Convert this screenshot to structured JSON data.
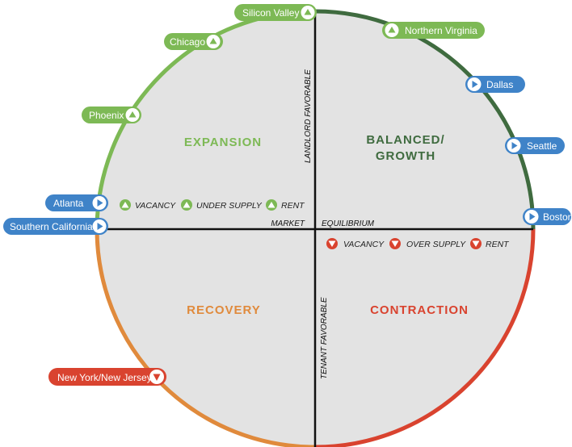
{
  "colors": {
    "quadrant_fill": "#e3e3e3",
    "expansion": "#7db955",
    "balanced": "#3f6b3f",
    "contraction": "#d9432f",
    "recovery": "#e08a3c",
    "blue_pill": "#3f83c8",
    "green_pill": "#7db955",
    "red_pill": "#d9432f"
  },
  "quadrants": {
    "expansion": "EXPANSION",
    "balanced_line1": "BALANCED/",
    "balanced_line2": "GROWTH",
    "recovery": "RECOVERY",
    "contraction": "CONTRACTION"
  },
  "axes": {
    "landlord": "LANDLORD FAVORABLE",
    "tenant": "TENANT FAVORABLE",
    "market": "MARKET",
    "equilibrium": "EQUILIBRIUM"
  },
  "legend_up": [
    "VACANCY",
    "UNDER SUPPLY",
    "RENT"
  ],
  "legend_down": [
    "VACANCY",
    "OVER SUPPLY",
    "RENT"
  ],
  "markets": [
    {
      "name": "Silicon Valley",
      "color": "green",
      "arrow": "up",
      "side": "left"
    },
    {
      "name": "Northern Virginia",
      "color": "green",
      "arrow": "up",
      "side": "right"
    },
    {
      "name": "Chicago",
      "color": "green",
      "arrow": "up",
      "side": "left"
    },
    {
      "name": "Dallas",
      "color": "blue",
      "arrow": "right",
      "side": "right"
    },
    {
      "name": "Phoenix",
      "color": "green",
      "arrow": "up",
      "side": "left"
    },
    {
      "name": "Seattle",
      "color": "blue",
      "arrow": "right",
      "side": "right"
    },
    {
      "name": "Atlanta",
      "color": "blue",
      "arrow": "right",
      "side": "left"
    },
    {
      "name": "Boston",
      "color": "blue",
      "arrow": "right",
      "side": "right"
    },
    {
      "name": "Southern California",
      "color": "blue",
      "arrow": "right",
      "side": "left"
    },
    {
      "name": "New York/New Jersey",
      "color": "red",
      "arrow": "down",
      "side": "left"
    }
  ]
}
